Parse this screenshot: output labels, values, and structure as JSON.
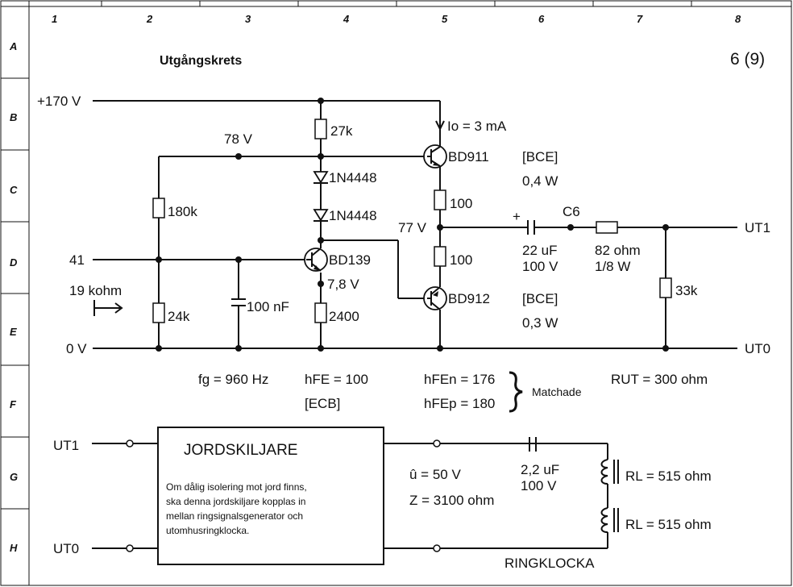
{
  "frame": {
    "columns": [
      "1",
      "2",
      "3",
      "4",
      "5",
      "6",
      "7",
      "8"
    ],
    "rows": [
      "A",
      "B",
      "C",
      "D",
      "E",
      "F",
      "G",
      "H"
    ]
  },
  "header": {
    "title": "Utgångskrets",
    "page": "6  (9)"
  },
  "rails": {
    "supply": "+170 V",
    "ground": "0 V",
    "input": "41",
    "input_impedance": "19 kohm",
    "node_78": "78 V",
    "node_77": "77 V",
    "node_78b": "7,8 V",
    "current": "Io = 3 mA"
  },
  "components": {
    "r_27k": "27k",
    "d1": "1N4448",
    "d2": "1N4448",
    "r_180k": "180k",
    "r_24k": "24k",
    "c_100nf": "100 nF",
    "q_bd139": "BD139",
    "r_2400": "2400",
    "q_bd911": "BD911",
    "q_bd911_pins": "[BCE]",
    "q_bd911_power": "0,4 W",
    "r_100a": "100",
    "r_100b": "100",
    "q_bd912": "BD912",
    "q_bd912_pins": "[BCE]",
    "q_bd912_power": "0,3 W",
    "c6_label": "C6",
    "c6_plus": "+",
    "c6_value": "22 uF",
    "c6_voltage": "100 V",
    "r_82": "82 ohm",
    "r_82_power": "1/8 W",
    "r_33k": "33k",
    "out1": "UT1",
    "out0": "UT0"
  },
  "specs": {
    "fg": "fg = 960 Hz",
    "hfe": "hFE = 100",
    "ecb": "[ECB]",
    "hfen": "hFEn = 176",
    "hfep": "hFEp = 180",
    "matched": "Matchade",
    "rut": "RUT = 300 ohm"
  },
  "lower": {
    "in1": "UT1",
    "in0": "UT0",
    "box_title": "JORDSKILJARE",
    "box_lines": [
      "Om dålig isolering mot jord finns,",
      "ska denna jordskiljare kopplas in",
      "mellan ringsignalsgenerator och",
      "utomhusringklocka."
    ],
    "u_peak": "û = 50 V",
    "impedance": "Z = 3100 ohm",
    "cap_value": "2,2 uF",
    "cap_voltage": "100 V",
    "rl1": "RL = 515 ohm",
    "rl2": "RL = 515 ohm",
    "bell": "RINGKLOCKA"
  }
}
